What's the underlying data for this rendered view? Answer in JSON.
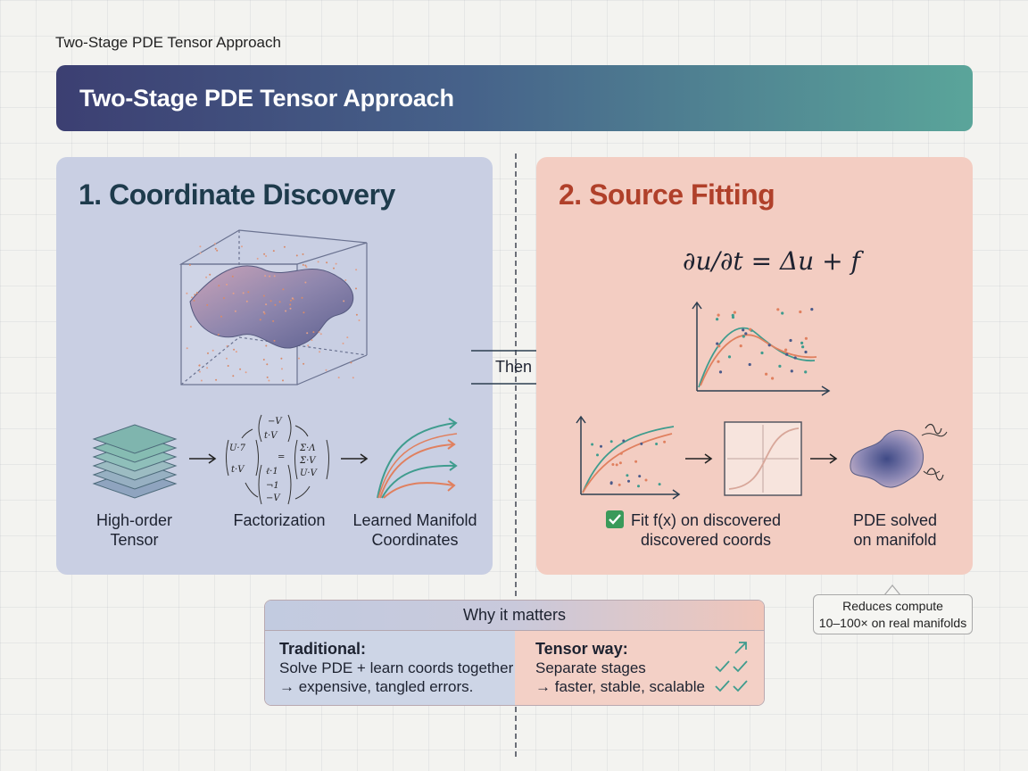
{
  "caption": "Two-Stage PDE Tensor Approach",
  "banner_title": "Two-Stage PDE Tensor Approach",
  "stage1": {
    "title": "1. Coordinate Discovery",
    "label_tensor": "High-order\nTensor",
    "label_factorization": "Factorization",
    "label_manifold": "Learned Manifold\nCoordinates"
  },
  "connector_label": "Then",
  "stage2": {
    "title": "2. Source Fitting",
    "equation": "∂u/∂t = Δu + f",
    "label_fit": "Fit f(x) on discovered\ndiscovered coords",
    "label_pde": "PDE solved\non manifold"
  },
  "why": {
    "header": "Why it matters",
    "traditional_title": "Traditional:",
    "traditional_line1": "Solve PDE + learn coords together",
    "traditional_line2": "→ expensive, tangled errors.",
    "tensor_title": "Tensor way:",
    "tensor_line1": "Separate stages",
    "tensor_line2": "→ faster, stable, scalable"
  },
  "note": "Reduces compute\n10–100× on real manifolds",
  "colors": {
    "stage1_bg": "#c9cfe3",
    "stage2_bg": "#f3cdc2",
    "stage1_title": "#1e3b4c",
    "stage2_title": "#b0402a",
    "check_green": "#3a9a5a",
    "teal": "#3f9c8e",
    "orange": "#e0805f"
  }
}
